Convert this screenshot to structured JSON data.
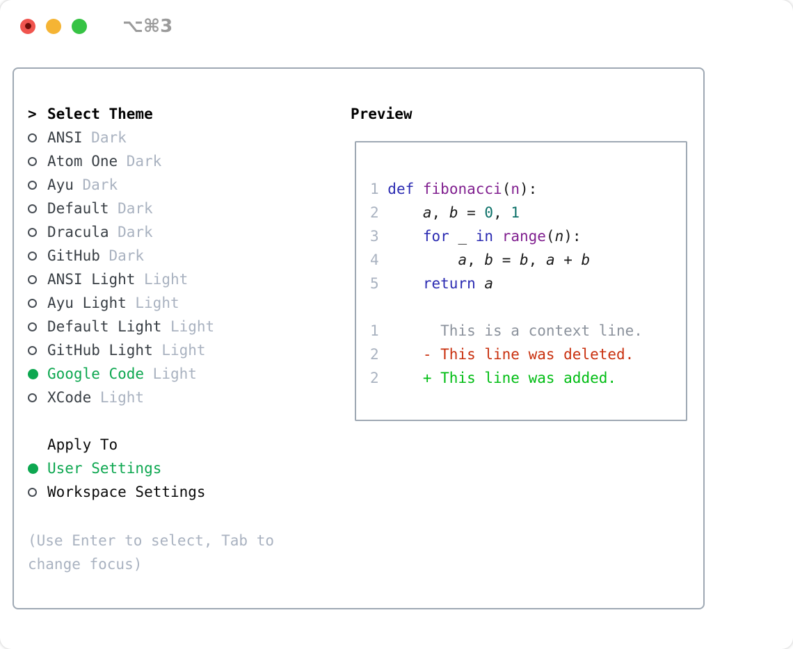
{
  "titlebar": {
    "shortcut": "⌥⌘3"
  },
  "theme_list": {
    "pointer": ">",
    "header": "Select Theme",
    "items": [
      {
        "name": "ANSI",
        "tag": "Dark",
        "selected": false
      },
      {
        "name": "Atom One",
        "tag": "Dark",
        "selected": false
      },
      {
        "name": "Ayu",
        "tag": "Dark",
        "selected": false
      },
      {
        "name": "Default",
        "tag": "Dark",
        "selected": false
      },
      {
        "name": "Dracula",
        "tag": "Dark",
        "selected": false
      },
      {
        "name": "GitHub",
        "tag": "Dark",
        "selected": false
      },
      {
        "name": "ANSI Light",
        "tag": "Light",
        "selected": false
      },
      {
        "name": "Ayu Light",
        "tag": "Light",
        "selected": false
      },
      {
        "name": "Default Light",
        "tag": "Light",
        "selected": false
      },
      {
        "name": "GitHub Light",
        "tag": "Light",
        "selected": false
      },
      {
        "name": "Google Code",
        "tag": "Light",
        "selected": true
      },
      {
        "name": "XCode",
        "tag": "Light",
        "selected": false
      }
    ]
  },
  "apply_to": {
    "header": "Apply To",
    "options": [
      {
        "label": "User Settings",
        "selected": true
      },
      {
        "label": "Workspace Settings",
        "selected": false
      }
    ]
  },
  "help_text": "(Use Enter to select, Tab to change focus)",
  "preview": {
    "header": "Preview",
    "code_lines": [
      {
        "num": "1",
        "tokens": [
          {
            "text": "def",
            "cls": "kw"
          },
          {
            "text": " ",
            "cls": "pl"
          },
          {
            "text": "fibonacci",
            "cls": "fn"
          },
          {
            "text": "(",
            "cls": "pl"
          },
          {
            "text": "n",
            "cls": "fn"
          },
          {
            "text": "):",
            "cls": "pl"
          }
        ]
      },
      {
        "num": "2",
        "tokens": [
          {
            "text": "    ",
            "cls": "pl"
          },
          {
            "text": "a",
            "cls": "var"
          },
          {
            "text": ", ",
            "cls": "pl"
          },
          {
            "text": "b",
            "cls": "var"
          },
          {
            "text": " = ",
            "cls": "pl"
          },
          {
            "text": "0",
            "cls": "lit"
          },
          {
            "text": ", ",
            "cls": "pl"
          },
          {
            "text": "1",
            "cls": "lit"
          }
        ]
      },
      {
        "num": "3",
        "tokens": [
          {
            "text": "    ",
            "cls": "pl"
          },
          {
            "text": "for",
            "cls": "kw"
          },
          {
            "text": " _ ",
            "cls": "pl"
          },
          {
            "text": "in",
            "cls": "kw"
          },
          {
            "text": " ",
            "cls": "pl"
          },
          {
            "text": "range",
            "cls": "fn"
          },
          {
            "text": "(",
            "cls": "pl"
          },
          {
            "text": "n",
            "cls": "var"
          },
          {
            "text": "):",
            "cls": "pl"
          }
        ]
      },
      {
        "num": "4",
        "tokens": [
          {
            "text": "        ",
            "cls": "pl"
          },
          {
            "text": "a",
            "cls": "var"
          },
          {
            "text": ", ",
            "cls": "pl"
          },
          {
            "text": "b",
            "cls": "var"
          },
          {
            "text": " = ",
            "cls": "pl"
          },
          {
            "text": "b",
            "cls": "var"
          },
          {
            "text": ", ",
            "cls": "pl"
          },
          {
            "text": "a",
            "cls": "var"
          },
          {
            "text": " + ",
            "cls": "pl"
          },
          {
            "text": "b",
            "cls": "var"
          }
        ]
      },
      {
        "num": "5",
        "tokens": [
          {
            "text": "    ",
            "cls": "pl"
          },
          {
            "text": "return",
            "cls": "kw"
          },
          {
            "text": " ",
            "cls": "pl"
          },
          {
            "text": "a",
            "cls": "var"
          }
        ]
      }
    ],
    "diff_lines": [
      {
        "num": "1",
        "content": "      This is a context line.",
        "type": "context"
      },
      {
        "num": "2",
        "content": "    - This line was deleted.",
        "type": "deleted"
      },
      {
        "num": "2",
        "content": "    + This line was added.",
        "type": "added"
      }
    ]
  },
  "colors": {
    "selection_green": "#0da750",
    "diff_added_green": "#00bd13",
    "diff_deleted_red": "#c9300e",
    "context_gray": "#8b929c",
    "muted_gray": "#a9b2c0",
    "keyword_blue": "#2b2bb2",
    "function_purple": "#801f8f",
    "literal_teal": "#0b7068",
    "panel_border": "#9ea8b3",
    "traffic_red": "#f0544e",
    "traffic_yellow": "#f5b434",
    "traffic_green": "#36c344"
  }
}
